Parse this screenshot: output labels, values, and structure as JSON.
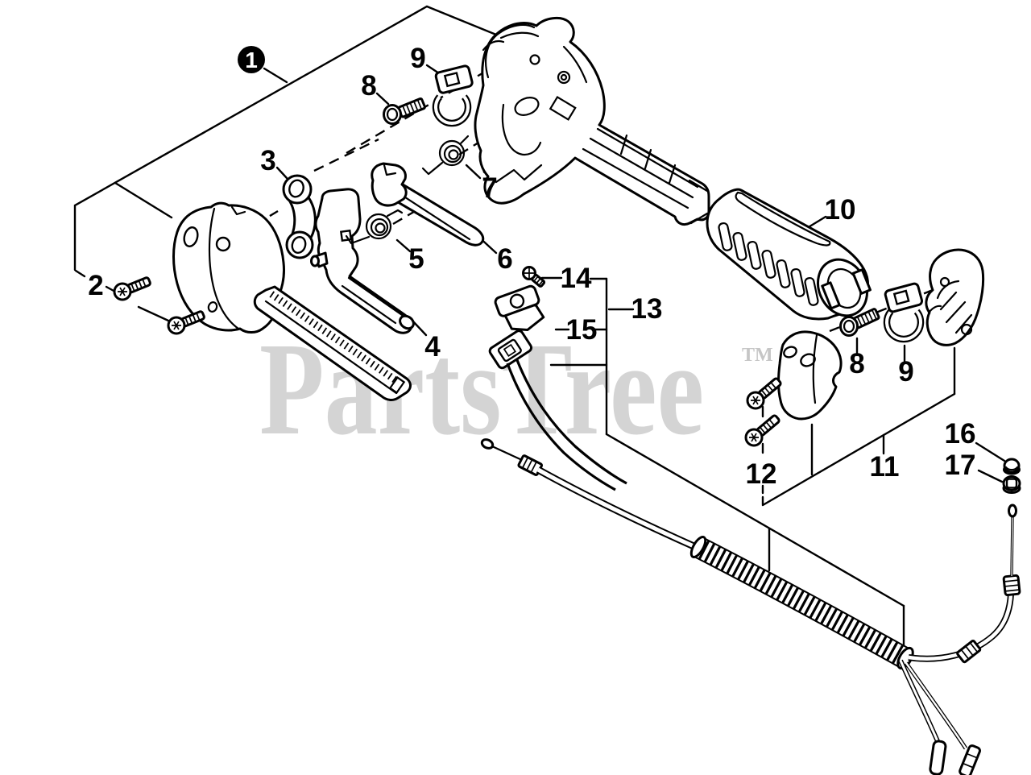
{
  "watermark": {
    "text": "PartsTree",
    "trademark": "TM"
  },
  "diagram": {
    "colors": {
      "background": "#ffffff",
      "line": "#000000",
      "watermark": "#d4d4d4",
      "trademark": "#c6c6c6",
      "callout_badge": "#000000",
      "callout_badge_text": "#ffffff"
    },
    "callouts": {
      "n1": "1",
      "n2": "2",
      "n3": "3",
      "n4": "4",
      "n5": "5",
      "n6": "6",
      "n7": "7",
      "n8": "8",
      "n9": "9",
      "n10": "10",
      "n11": "11",
      "n12": "12",
      "n13": "13",
      "n14": "14",
      "n15": "15",
      "n16": "16",
      "n17": "17"
    }
  }
}
